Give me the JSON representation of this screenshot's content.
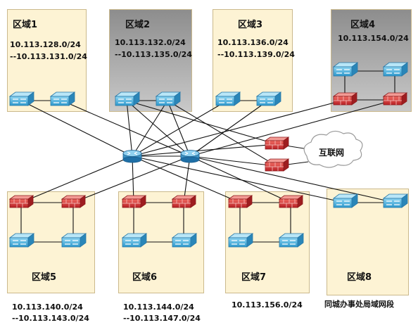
{
  "zones": [
    {
      "name": "区域1",
      "net_line1": "10.113.128.0/24",
      "net_line2": "--10.113.131.0/24"
    },
    {
      "name": "区域2",
      "net_line1": "10.113.132.0/24",
      "net_line2": "--10.113.135.0/24"
    },
    {
      "name": "区域3",
      "net_line1": "10.113.136.0/24",
      "net_line2": "--10.113.139.0/24"
    },
    {
      "name": "区域4",
      "net_line1": "10.113.154.0/24"
    },
    {
      "name": "区域5",
      "net_line1": "10.113.140.0/24",
      "net_line2": "--10.113.143.0/24"
    },
    {
      "name": "区域6",
      "net_line1": "10.113.144.0/24",
      "net_line2": "--10.113.147.0/24"
    },
    {
      "name": "区域7",
      "net_line1": "10.113.156.0/24"
    },
    {
      "name": "区域8",
      "net_line1": "同城办事处局域网段"
    }
  ],
  "internet": {
    "label": "互联网"
  },
  "colors": {
    "zone_fill": "#fdf3d4",
    "zone_gray": "#a8a8a8",
    "switch": "#3aa8d8",
    "firewall": "#d8383a",
    "router": "#2b8fc9",
    "link": "#111111"
  }
}
